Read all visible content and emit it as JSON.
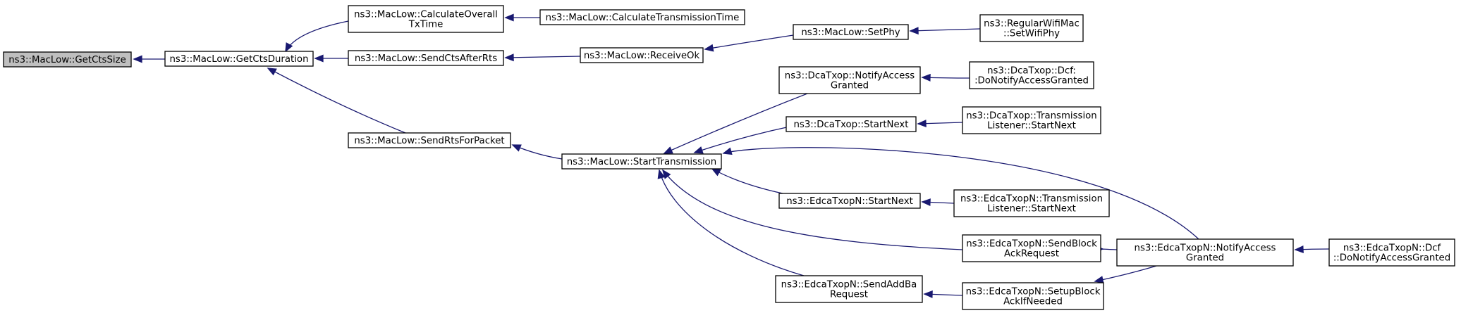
{
  "diagram": {
    "type": "call-graph",
    "colors": {
      "node_fill": "#ffffff",
      "focus_node_fill": "#bfbfbf",
      "node_border": "#000000",
      "edge": "#191970"
    },
    "nodes": [
      {
        "id": "getctssize",
        "lines": [
          "ns3::MacLow::GetCtsSize"
        ],
        "focus": true
      },
      {
        "id": "getctsduration",
        "lines": [
          "ns3::MacLow::GetCtsDuration"
        ]
      },
      {
        "id": "calcoveralltx",
        "lines": [
          "ns3::MacLow::CalculateOverall",
          "TxTime"
        ]
      },
      {
        "id": "calctranstime",
        "lines": [
          "ns3::MacLow::CalculateTransmissionTime"
        ]
      },
      {
        "id": "sendctsafterrts",
        "lines": [
          "ns3::MacLow::SendCtsAfterRts"
        ]
      },
      {
        "id": "receiveok",
        "lines": [
          "ns3::MacLow::ReceiveOk"
        ]
      },
      {
        "id": "setphy",
        "lines": [
          "ns3::MacLow::SetPhy"
        ]
      },
      {
        "id": "regwifisetphy",
        "lines": [
          "ns3::RegularWifiMac",
          "::SetWifiPhy"
        ]
      },
      {
        "id": "sendrtsforpacket",
        "lines": [
          "ns3::MacLow::SendRtsForPacket"
        ]
      },
      {
        "id": "starttransmission",
        "lines": [
          "ns3::MacLow::StartTransmission"
        ]
      },
      {
        "id": "dcanotify",
        "lines": [
          "ns3::DcaTxop::NotifyAccess",
          "Granted"
        ]
      },
      {
        "id": "dcadcfnotify",
        "lines": [
          "ns3::DcaTxop::Dcf:",
          ":DoNotifyAccessGranted"
        ]
      },
      {
        "id": "dcastartnext",
        "lines": [
          "ns3::DcaTxop::StartNext"
        ]
      },
      {
        "id": "dcatlstartnext",
        "lines": [
          "ns3::DcaTxop::Transmission",
          "Listener::StartNext"
        ]
      },
      {
        "id": "edcastartnext",
        "lines": [
          "ns3::EdcaTxopN::StartNext"
        ]
      },
      {
        "id": "edcatlstartnext",
        "lines": [
          "ns3::EdcaTxopN::Transmission",
          "Listener::StartNext"
        ]
      },
      {
        "id": "edcasendblockack",
        "lines": [
          "ns3::EdcaTxopN::SendBlock",
          "AckRequest"
        ]
      },
      {
        "id": "edcanotify",
        "lines": [
          "ns3::EdcaTxopN::NotifyAccess",
          "Granted"
        ]
      },
      {
        "id": "edcadcfnotify",
        "lines": [
          "ns3::EdcaTxopN::Dcf",
          "::DoNotifyAccessGranted"
        ]
      },
      {
        "id": "edcasendaddba",
        "lines": [
          "ns3::EdcaTxopN::SendAddBa",
          "Request"
        ]
      },
      {
        "id": "edcasetupblockack",
        "lines": [
          "ns3::EdcaTxopN::SetupBlock",
          "AckIfNeeded"
        ]
      }
    ],
    "edges": [
      {
        "from": "getctsduration",
        "to": "getctssize"
      },
      {
        "from": "calcoveralltx",
        "to": "getctsduration"
      },
      {
        "from": "sendctsafterrts",
        "to": "getctsduration"
      },
      {
        "from": "sendrtsforpacket",
        "to": "getctsduration"
      },
      {
        "from": "calctranstime",
        "to": "calcoveralltx"
      },
      {
        "from": "receiveok",
        "to": "sendctsafterrts"
      },
      {
        "from": "setphy",
        "to": "receiveok"
      },
      {
        "from": "regwifisetphy",
        "to": "setphy"
      },
      {
        "from": "starttransmission",
        "to": "sendrtsforpacket"
      },
      {
        "from": "dcanotify",
        "to": "starttransmission"
      },
      {
        "from": "dcastartnext",
        "to": "starttransmission"
      },
      {
        "from": "edcanotify",
        "to": "starttransmission"
      },
      {
        "from": "edcastartnext",
        "to": "starttransmission"
      },
      {
        "from": "edcasendblockack",
        "to": "starttransmission"
      },
      {
        "from": "edcasendaddba",
        "to": "starttransmission"
      },
      {
        "from": "dcadcfnotify",
        "to": "dcanotify"
      },
      {
        "from": "dcatlstartnext",
        "to": "dcastartnext"
      },
      {
        "from": "edcatlstartnext",
        "to": "edcastartnext"
      },
      {
        "from": "edcanotify",
        "to": "edcasendblockack"
      },
      {
        "from": "edcasetupblockack",
        "to": "edcasendaddba"
      },
      {
        "from": "edcanotify",
        "to": "edcasetupblockack"
      },
      {
        "from": "edcadcfnotify",
        "to": "edcanotify"
      }
    ]
  }
}
